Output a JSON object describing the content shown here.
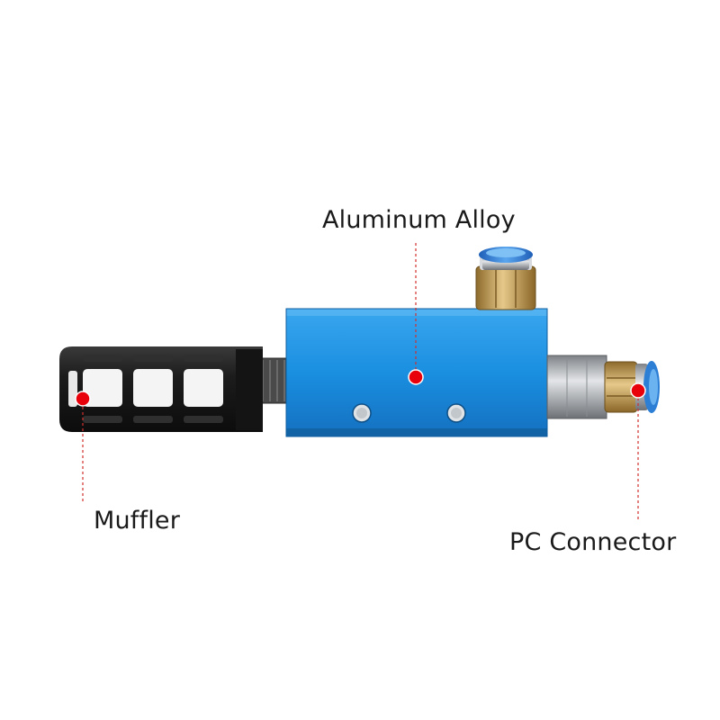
{
  "labels": {
    "aluminum_alloy": "Aluminum Alloy",
    "muffler": "Muffler",
    "pc_connector": "PC Connector"
  },
  "colors": {
    "marker_dot": "#e8000b",
    "leader_line": "#d23030",
    "body_blue": "#1a8fe0",
    "fitting_brass": "#c9a45a",
    "collet_blue": "#2d7fd6",
    "muffler_black": "#1c1c1c",
    "filter_white": "#f4f4f4",
    "fitting_steel": "#b9bcc0"
  },
  "icons": [
    "marker-dot",
    "vacuum-generator-product"
  ]
}
